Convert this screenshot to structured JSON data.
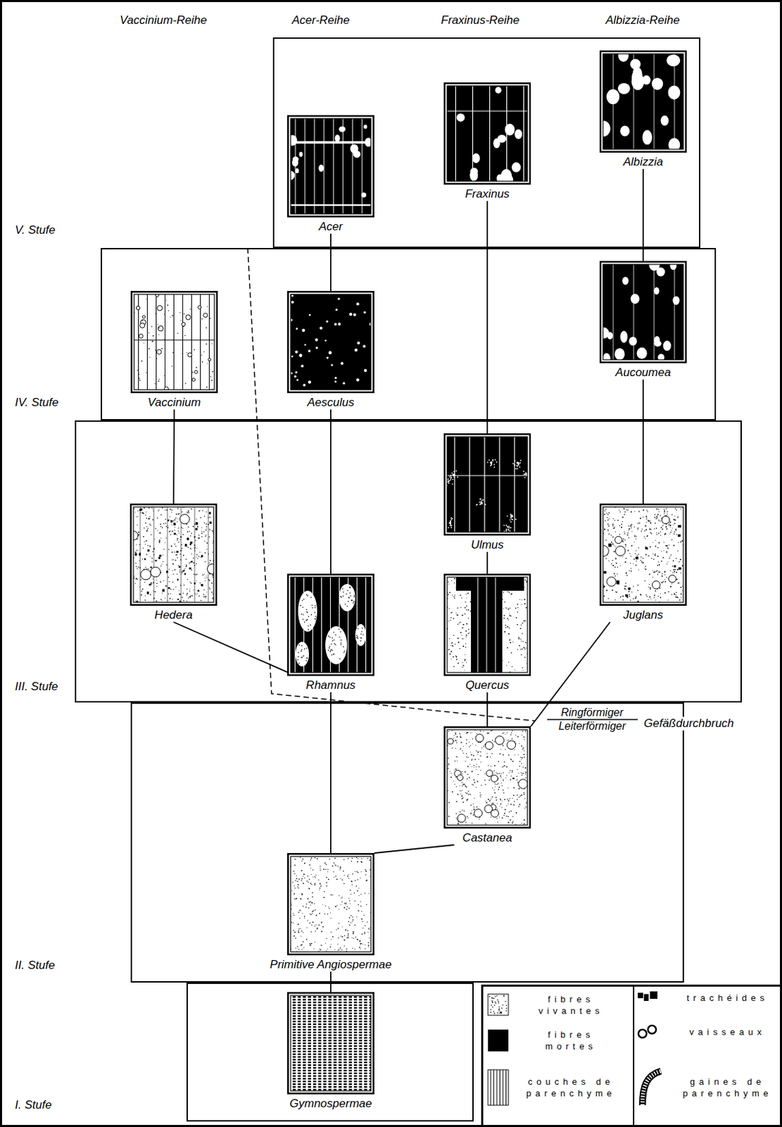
{
  "diagram": {
    "nodes": [
      {
        "text": [
          "V. Stufe"
        ]
      },
      {
        "text": [
          "Acer"
        ],
        "in": 0
      },
      {
        "text": [
          "Fraxinus"
        ],
        "in": 0
      },
      {
        "text": [
          "Albizzia"
        ],
        "in": 0
      },
      {
        "text": [
          "IV. Stufe"
        ]
      },
      {
        "text": [
          "Vaccinium"
        ],
        "in": 4
      },
      {
        "text": [
          "Aesculus"
        ],
        "in": 4
      },
      {
        "text": [
          "Aucoumea"
        ],
        "in": 4
      },
      {
        "text": [
          "III. Stufe"
        ]
      },
      {
        "text": [
          "Ulmus"
        ],
        "in": 8
      },
      {
        "text": [
          "Hedera"
        ],
        "in": 8
      },
      {
        "text": [
          "Juglans"
        ],
        "in": 8
      },
      {
        "text": [
          "Rhamnus"
        ],
        "in": 8
      },
      {
        "text": [
          "Quercus"
        ],
        "in": 8
      },
      {
        "text": [
          "II. Stufe"
        ]
      },
      {
        "text": [
          "Castanea"
        ],
        "in": 14
      },
      {
        "text": [
          "Primitive Angiospermae"
        ],
        "in": 14
      },
      {
        "text": [
          "I. Stufe"
        ]
      },
      {
        "text": [
          "Gymnospermae"
        ],
        "in": 17
      }
    ],
    "edges": [
      {
        "from": 18,
        "to": 16,
        "arrow": "none"
      },
      {
        "from": 16,
        "to": 12,
        "arrow": "none"
      },
      {
        "from": 16,
        "to": 15,
        "arrow": "none"
      },
      {
        "from": 15,
        "to": 13,
        "arrow": "none"
      },
      {
        "from": 15,
        "to": 11,
        "arrow": "none"
      },
      {
        "from": 12,
        "to": 10,
        "arrow": "none"
      },
      {
        "from": 12,
        "to": 6,
        "arrow": "none"
      },
      {
        "from": 6,
        "to": 1,
        "arrow": "none"
      },
      {
        "from": 10,
        "to": 5,
        "arrow": "none"
      },
      {
        "from": 13,
        "to": 9,
        "arrow": "none"
      },
      {
        "from": 9,
        "to": 2,
        "arrow": "none"
      },
      {
        "from": 11,
        "to": 7,
        "arrow": "none"
      },
      {
        "from": 7,
        "to": 3,
        "arrow": "none"
      }
    ],
    "labels": [
      "Vaccinium-Reihe",
      "Acer-Reihe",
      "Fraxinus-Reihe",
      "Albizzia-Reihe",
      "Ringförmiger",
      "Leiterförmiger",
      "Gefäßdurchbruch"
    ],
    "legend": [
      {
        "text": "fibres vivantes"
      },
      {
        "text": "fibres mortes",
        "color": "#000000"
      },
      {
        "text": "couches de parenchyme"
      },
      {
        "text": "trachéides"
      },
      {
        "text": "vaisseaux"
      },
      {
        "text": "gaines de parenchyme"
      }
    ]
  }
}
